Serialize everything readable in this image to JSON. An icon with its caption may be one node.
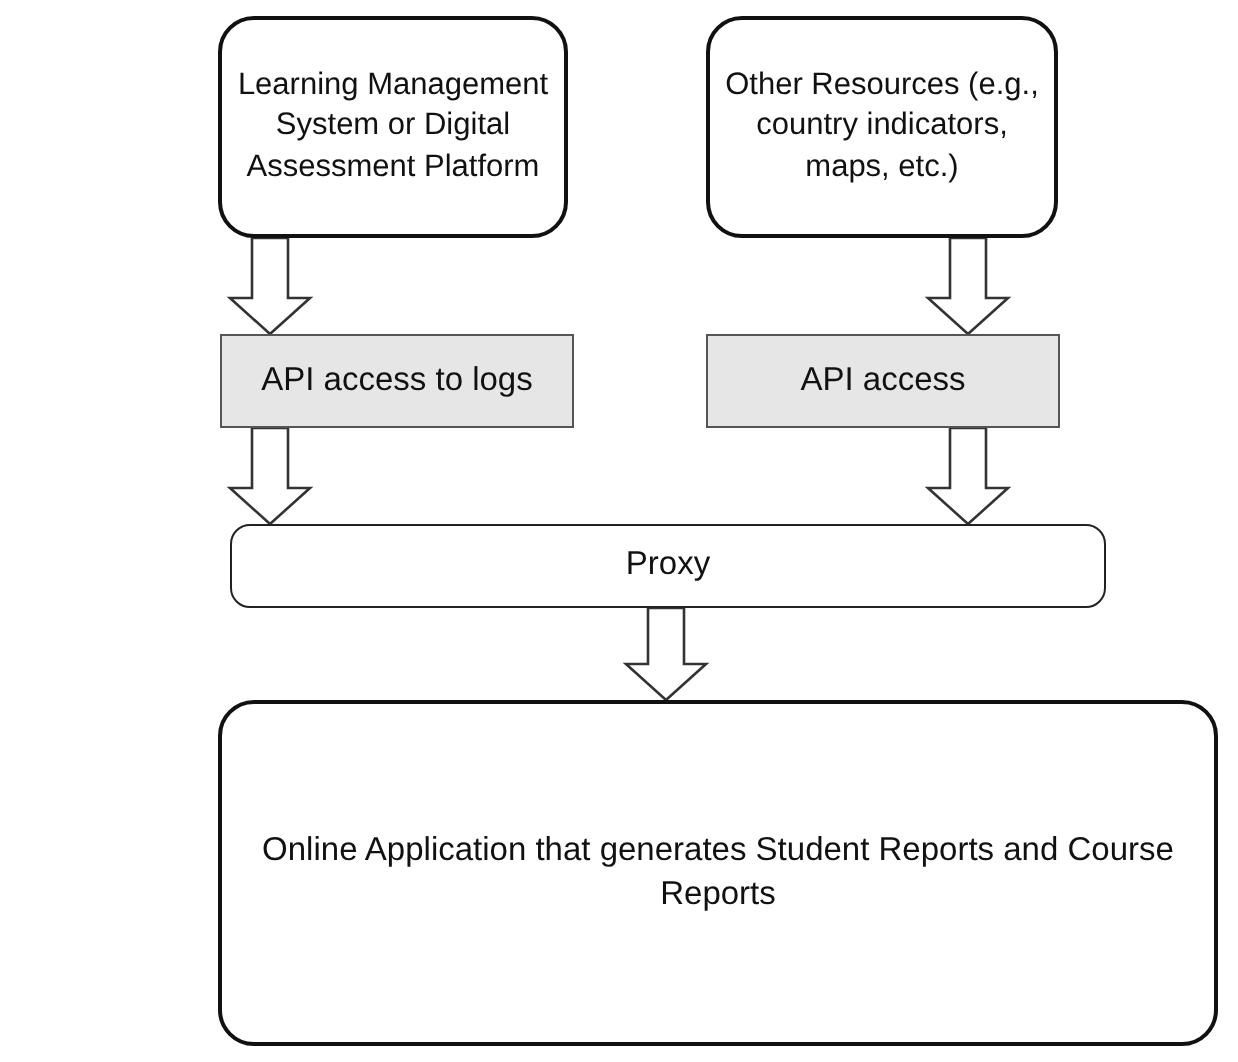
{
  "diagram": {
    "nodes": [
      {
        "text": [
          "Learning Management System or Digital Assessment Platform"
        ]
      },
      {
        "text": [
          "Other Resources (e.g., country indicators, maps, etc.)"
        ]
      },
      {
        "text": [
          "API access to logs"
        ]
      },
      {
        "text": [
          "API access"
        ]
      },
      {
        "text": [
          "Proxy"
        ]
      },
      {
        "text": [
          "Online Application that generates Student Reports and Course Reports"
        ]
      }
    ],
    "edges": [
      {
        "from": 0,
        "to": 2,
        "arrow": "to"
      },
      {
        "from": 1,
        "to": 3,
        "arrow": "to"
      },
      {
        "from": 2,
        "to": 4,
        "arrow": "to"
      },
      {
        "from": 3,
        "to": 4,
        "arrow": "to"
      },
      {
        "from": 4,
        "to": 5,
        "arrow": "to"
      }
    ]
  }
}
